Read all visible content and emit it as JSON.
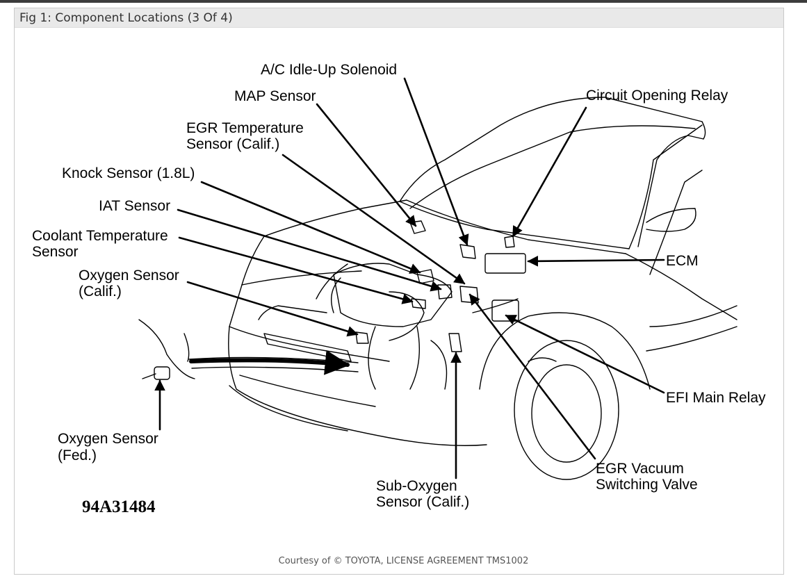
{
  "figure": {
    "caption": "Fig 1: Component Locations (3 Of 4)",
    "code": "94A31484",
    "credit": "Courtesy of © TOYOTA, LICENSE AGREEMENT TMS1002"
  },
  "labels": {
    "ac_idle_up_solenoid": "A/C Idle-Up Solenoid",
    "map_sensor": "MAP Sensor",
    "circuit_opening_relay": "Circuit Opening Relay",
    "egr_temp_line1": "EGR Temperature",
    "egr_temp_line2": "Sensor (Calif.)",
    "knock_sensor": "Knock Sensor (1.8L)",
    "iat_sensor": "IAT Sensor",
    "coolant_line1": "Coolant Temperature",
    "coolant_line2": "Sensor",
    "oxygen_calif_line1": "Oxygen Sensor",
    "oxygen_calif_line2": "(Calif.)",
    "ecm": "ECM",
    "efi_main_relay": "EFI Main Relay",
    "oxygen_fed_line1": "Oxygen Sensor",
    "oxygen_fed_line2": "(Fed.)",
    "sub_oxygen_line1": "Sub-Oxygen",
    "sub_oxygen_line2": "Sensor (Calif.)",
    "egr_vsv_line1": "EGR Vacuum",
    "egr_vsv_line2": "Switching Valve"
  }
}
